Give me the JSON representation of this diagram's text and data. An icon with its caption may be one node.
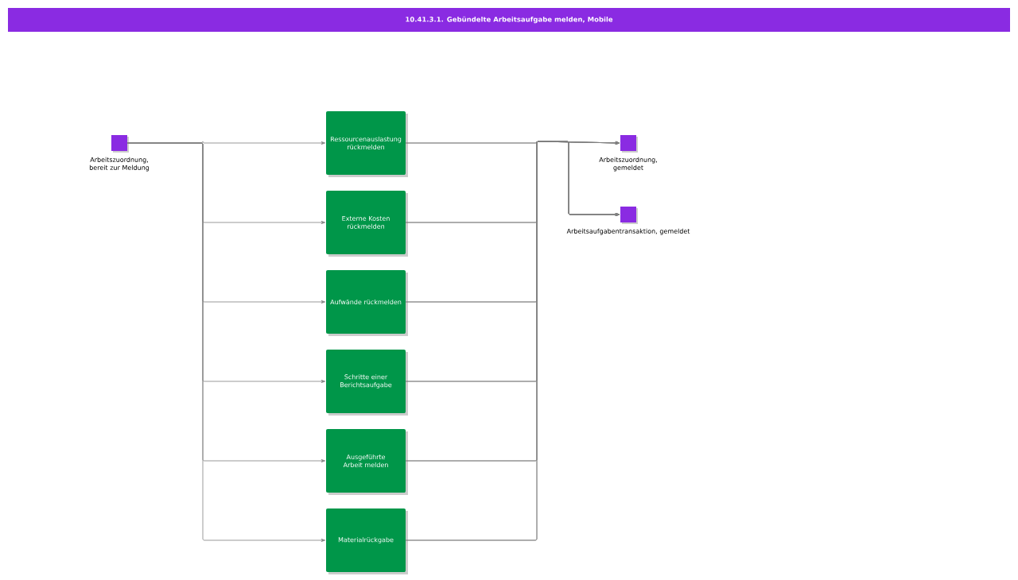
{
  "diagram": {
    "title": "10.41.3.1. Gebündelte Arbeitsaufgabe melden, Mobile",
    "nodes": [
      {
        "text": [
          "Arbeitszuordnung, bereit zur Meldung"
        ]
      },
      {
        "text": [
          "Ressourcenauslastung rückmelden"
        ]
      },
      {
        "text": [
          "Externe Kosten rückmelden"
        ]
      },
      {
        "text": [
          "Aufwände rückmelden"
        ]
      },
      {
        "text": [
          "Schritte einer Berichtsaufgabe"
        ]
      },
      {
        "text": [
          "Ausgeführte Arbeit melden"
        ]
      },
      {
        "text": [
          "Materialrückgabe"
        ]
      },
      {
        "text": [
          "Arbeitszuordnung, gemeldet"
        ]
      },
      {
        "text": [
          "Arbeitsaufgabentransaktion, gemeldet"
        ]
      }
    ],
    "edges": [
      {
        "from": 0,
        "to": 1,
        "arrow": "to"
      },
      {
        "from": 0,
        "to": 2,
        "arrow": "to"
      },
      {
        "from": 0,
        "to": 3,
        "arrow": "to"
      },
      {
        "from": 0,
        "to": 4,
        "arrow": "to"
      },
      {
        "from": 0,
        "to": 5,
        "arrow": "to"
      },
      {
        "from": 0,
        "to": 6,
        "arrow": "to"
      },
      {
        "from": 1,
        "to": 7,
        "arrow": "to"
      },
      {
        "from": 2,
        "to": 7,
        "arrow": "to"
      },
      {
        "from": 3,
        "to": 7,
        "arrow": "to"
      },
      {
        "from": 4,
        "to": 7,
        "arrow": "to"
      },
      {
        "from": 5,
        "to": 7,
        "arrow": "to"
      },
      {
        "from": 6,
        "to": 7,
        "arrow": "to"
      },
      {
        "from": 1,
        "to": 8,
        "arrow": "to"
      },
      {
        "from": 2,
        "to": 8,
        "arrow": "to"
      },
      {
        "from": 3,
        "to": 8,
        "arrow": "to"
      },
      {
        "from": 4,
        "to": 8,
        "arrow": "to"
      },
      {
        "from": 5,
        "to": 8,
        "arrow": "to"
      },
      {
        "from": 6,
        "to": 8,
        "arrow": "to"
      }
    ]
  }
}
